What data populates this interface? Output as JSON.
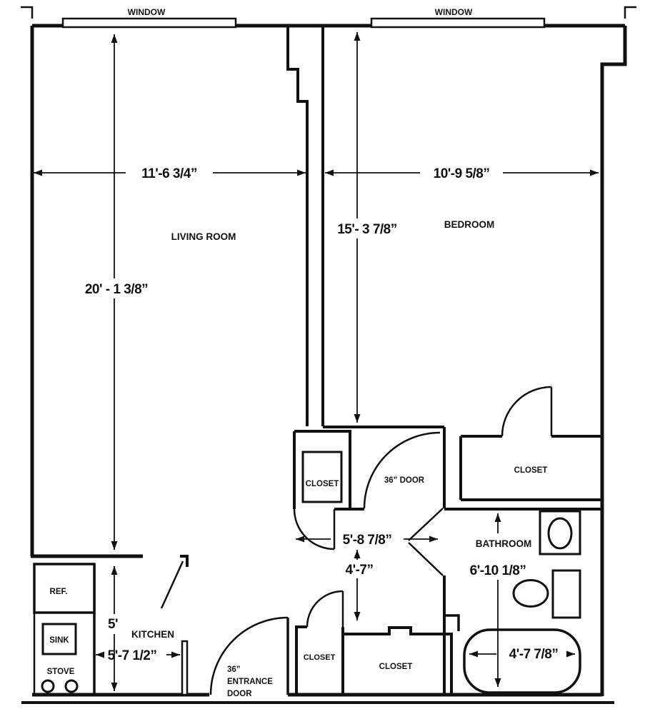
{
  "title": "Apartment Floor Plan",
  "colors": {
    "line": "#111111",
    "background": "#ffffff"
  },
  "labels": {
    "window_left": "WINDOW",
    "window_right": "WINDOW",
    "living_room": "LIVING ROOM",
    "bedroom": "BEDROOM",
    "kitchen": "KITCHEN",
    "bathroom": "BATHROOM",
    "closet_hall": "CLOSET",
    "closet_bedroom": "CLOSET",
    "closet_entry_small": "CLOSET",
    "closet_entry_large": "CLOSET",
    "fridge": "REF.",
    "sink": "SINK",
    "stove": "STOVE",
    "interior_door": "36” DOOR",
    "entrance_door_l1": "36”",
    "entrance_door_l2": "ENTRANCE",
    "entrance_door_l3": "DOOR"
  },
  "dimensions": {
    "living_room_width": "11'-6 3/4”",
    "bedroom_width": "10'-9 5/8”",
    "living_room_length": "20' - 1 3/8”",
    "bedroom_length": "15'- 3 7/8”",
    "hall_width": "5'-8 7/8”",
    "hall_length": "4'-7”",
    "bathroom_length": "6'-10 1/8”",
    "kitchen_length": "5'",
    "kitchen_width": "5'-7 1/2”",
    "bathtub_length": "4'-7 7/8”"
  }
}
